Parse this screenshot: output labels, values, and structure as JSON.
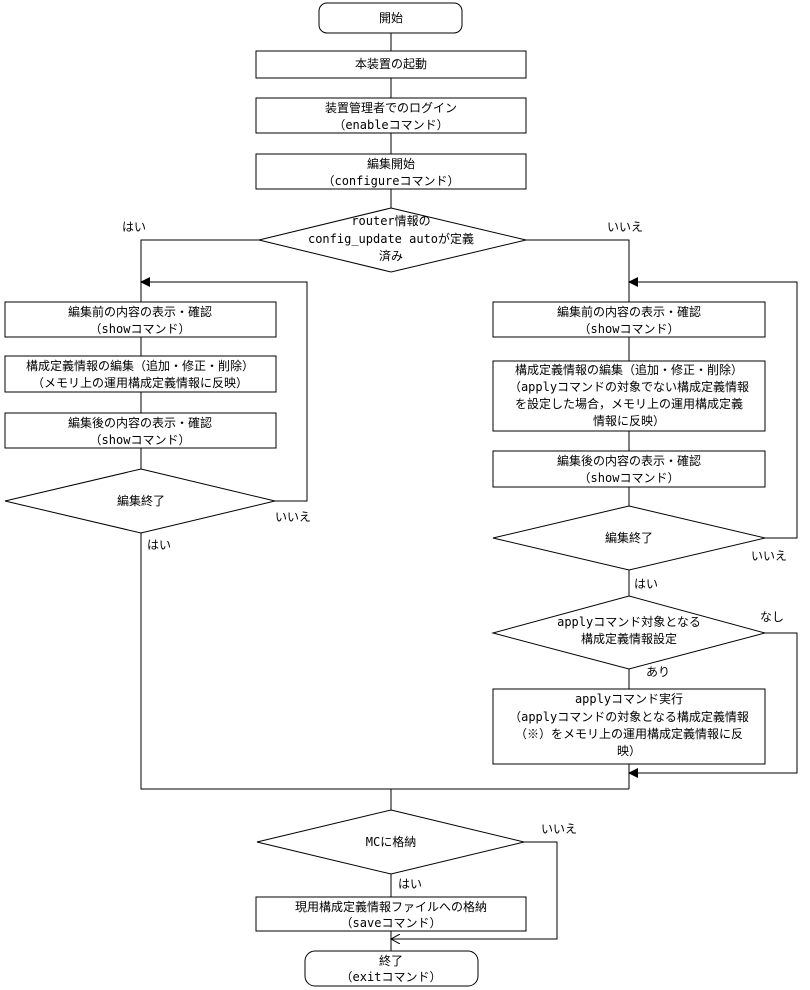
{
  "flowchart": {
    "start": "開始",
    "boot": "本装置の起動",
    "login": [
      "装置管理者でのログイン",
      "（enableコマンド）"
    ],
    "edit_start": [
      "編集開始",
      "（configureコマンド）"
    ],
    "decision_router": [
      "router情報の",
      "config_update autoが定義",
      "済み"
    ],
    "label_yes_left": "はい",
    "label_no_right": "いいえ",
    "left_branch": {
      "show_before": [
        "編集前の内容の表示・確認",
        "（showコマンド）"
      ],
      "edit": [
        "構成定義情報の編集（追加・修正・削除）",
        "（メモリ上の運用構成定義情報に反映）"
      ],
      "show_after": [
        "編集後の内容の表示・確認",
        "（showコマンド）"
      ],
      "decision_end": "編集終了",
      "label_no": "いいえ",
      "label_yes": "はい"
    },
    "right_branch": {
      "show_before": [
        "編集前の内容の表示・確認",
        "（showコマンド）"
      ],
      "edit": [
        "構成定義情報の編集（追加・修正・削除）",
        "（applyコマンドの対象でない構成定義情報",
        "を設定した場合，メモリ上の運用構成定義",
        "情報に反映）"
      ],
      "show_after": [
        "編集後の内容の表示・確認",
        "（showコマンド）"
      ],
      "decision_end": "編集終了",
      "label_no": "いいえ",
      "label_yes": "はい",
      "decision_apply": [
        "applyコマンド対象となる",
        "構成定義情報設定"
      ],
      "label_none": "なし",
      "label_exists": "あり",
      "apply_exec": [
        "applyコマンド実行",
        "（applyコマンドの対象となる構成定義情報",
        "（※）をメモリ上の運用構成定義情報に反",
        "映）"
      ]
    },
    "decision_mc": "MCに格納",
    "label_mc_no": "いいえ",
    "label_mc_yes": "はい",
    "save": [
      "現用構成定義情報ファイルへの格納",
      "（saveコマンド）"
    ],
    "end": [
      "終了",
      "（exitコマンド）"
    ]
  }
}
